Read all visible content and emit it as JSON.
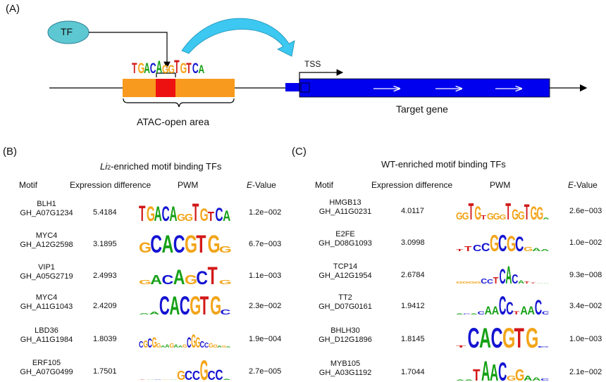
{
  "colors": {
    "A": "#16a016",
    "C": "#1414d2",
    "G": "#f2a51a",
    "T": "#d21818",
    "tf": "#5ec8d2",
    "open": "#f79a1d",
    "site": "#ee1111",
    "gene": "#0000ee",
    "curve": "#3cc8f0"
  },
  "panelA": {
    "label": "(A)",
    "tf": "TF",
    "tss": "TSS",
    "open_area": "ATAC-open area",
    "target_gene": "Target gene",
    "motif": [
      [
        "T",
        1.2
      ],
      [
        "G",
        1.2
      ],
      [
        "A",
        1.2
      ],
      [
        "C",
        1.2
      ],
      [
        "A",
        1.4
      ],
      [
        "G",
        0.9
      ],
      [
        "G",
        0.9
      ],
      [
        "T",
        1.5
      ],
      [
        "G",
        1.2
      ],
      [
        "T",
        1.2
      ],
      [
        "C",
        1.2
      ],
      [
        "A",
        0.9
      ]
    ]
  },
  "panelB": {
    "label": "(B)",
    "title_italic": "Li",
    "title_sub": "2",
    "title_rest": "-enriched motif binding TFs",
    "headers": {
      "motif": "Motif",
      "expr": "Expression difference",
      "pwm": "PWM",
      "evalue_e": "E",
      "evalue_rest": "-Value"
    },
    "rows": [
      {
        "tf": "BLH1",
        "gene": "GH_A07G1234",
        "expr": "5.4184",
        "evalue": "1.2e−002",
        "logo": [
          [
            "T",
            1.5
          ],
          [
            "G",
            1.4
          ],
          [
            "A",
            1.4
          ],
          [
            "C",
            1.4
          ],
          [
            "A",
            1.4
          ],
          [
            "G",
            0.7
          ],
          [
            "G",
            0.7
          ],
          [
            "T",
            1.7
          ],
          [
            "G",
            1.2
          ],
          [
            "T",
            0.9
          ],
          [
            "C",
            1.3
          ],
          [
            "A",
            1.0
          ]
        ]
      },
      {
        "tf": "MYC4",
        "gene": "GH_A12G2598",
        "expr": "3.1895",
        "evalue": "6.7e−003",
        "logo": [
          [
            "G",
            1.0
          ],
          [
            "C",
            1.7
          ],
          [
            "A",
            1.7
          ],
          [
            "C",
            1.7
          ],
          [
            "G",
            1.7
          ],
          [
            "T",
            1.7
          ],
          [
            "G",
            1.7
          ],
          [
            "G",
            0.6
          ]
        ]
      },
      {
        "tf": "VIP1",
        "gene": "GH_A05G2719",
        "expr": "2.4993",
        "evalue": "1.1e−003",
        "logo": [
          [
            "G",
            0.4
          ],
          [
            "A",
            0.9
          ],
          [
            "C",
            0.9
          ],
          [
            "A",
            1.4
          ],
          [
            "G",
            0.9
          ],
          [
            "C",
            1.3
          ],
          [
            "T",
            1.7
          ],
          [
            "G",
            0.4
          ]
        ]
      },
      {
        "tf": "MYC4",
        "gene": "GH_A11G1043",
        "expr": "2.4209",
        "evalue": "2.3e−002",
        "logo": [
          [
            "A",
            0.15
          ],
          [
            "A",
            0.25
          ],
          [
            "C",
            1.8
          ],
          [
            "A",
            1.8
          ],
          [
            "C",
            1.8
          ],
          [
            "G",
            1.8
          ],
          [
            "T",
            1.8
          ],
          [
            "G",
            1.8
          ],
          [
            "C",
            0.5
          ]
        ]
      },
      {
        "tf": "LBD36",
        "gene": "GH_A11G1984",
        "expr": "1.8039",
        "evalue": "1.9e−004",
        "logo": [
          [
            "C",
            0.6
          ],
          [
            "G",
            0.7
          ],
          [
            "C",
            0.9
          ],
          [
            "G",
            1.0
          ],
          [
            "G",
            0.4
          ],
          [
            "A",
            0.2
          ],
          [
            "A",
            0.3
          ],
          [
            "G",
            0.4
          ],
          [
            "A",
            0.3
          ],
          [
            "A",
            0.2
          ],
          [
            "G",
            0.3
          ],
          [
            "C",
            1.0
          ],
          [
            "G",
            1.3
          ],
          [
            "G",
            1.0
          ],
          [
            "C",
            0.6
          ],
          [
            "C",
            0.5
          ],
          [
            "G",
            0.4
          ],
          [
            "G",
            0.3
          ],
          [
            "A",
            0.2
          ],
          [
            "G",
            0.2
          ],
          [
            "A",
            0.15
          ]
        ]
      },
      {
        "tf": "ERF105",
        "gene": "GH_A07G0499",
        "expr": "1.7501",
        "evalue": "2.7e−005",
        "logo": [
          [
            "T",
            0.05
          ],
          [
            "A",
            0.05
          ],
          [
            "C",
            0.05
          ],
          [
            "G",
            0.05
          ],
          [
            "A",
            0.05
          ],
          [
            "G",
            0.9
          ],
          [
            "C",
            0.9
          ],
          [
            "C",
            0.9
          ],
          [
            "G",
            1.9
          ],
          [
            "C",
            0.9
          ],
          [
            "C",
            1.0
          ],
          [
            "A",
            0.1
          ]
        ]
      }
    ]
  },
  "panelC": {
    "label": "(C)",
    "title": "WT-enriched motif binding TFs",
    "headers": {
      "motif": "Motif",
      "expr": "Expression difference",
      "pwm": "PWM",
      "evalue_e": "E",
      "evalue_rest": "-Value"
    },
    "rows": [
      {
        "tf": "HMGB13",
        "gene": "GH_A11G0231",
        "expr": "4.0117",
        "evalue": "2.6e−003",
        "logo": [
          [
            "G",
            0.7
          ],
          [
            "G",
            0.7
          ],
          [
            "T",
            1.6
          ],
          [
            "G",
            1.3
          ],
          [
            "T",
            0.4
          ],
          [
            "G",
            0.6
          ],
          [
            "G",
            0.6
          ],
          [
            "G",
            0.5
          ],
          [
            "T",
            1.6
          ],
          [
            "G",
            1.0
          ],
          [
            "G",
            0.8
          ],
          [
            "T",
            1.5
          ],
          [
            "G",
            1.3
          ],
          [
            "G",
            1.2
          ],
          [
            "A",
            0.2
          ]
        ]
      },
      {
        "tf": "E2FE",
        "gene": "GH_D08G1093",
        "expr": "3.0998",
        "evalue": "1.0e−002",
        "logo": [
          [
            "T",
            0.2
          ],
          [
            "T",
            0.5
          ],
          [
            "C",
            0.6
          ],
          [
            "C",
            0.8
          ],
          [
            "G",
            1.6
          ],
          [
            "C",
            1.6
          ],
          [
            "G",
            1.5
          ],
          [
            "C",
            1.4
          ],
          [
            "G",
            0.4
          ],
          [
            "A",
            0.3
          ],
          [
            "A",
            0.2
          ]
        ]
      },
      {
        "tf": "TCP14",
        "gene": "GH_A12G1954",
        "expr": "2.6784",
        "evalue": "9.3e−008",
        "logo": [
          [
            "G",
            0.2
          ],
          [
            "G",
            0.2
          ],
          [
            "G",
            0.2
          ],
          [
            "G",
            0.2
          ],
          [
            "C",
            0.5
          ],
          [
            "C",
            0.4
          ],
          [
            "T",
            0.6
          ],
          [
            "C",
            1.4
          ],
          [
            "A",
            1.7
          ],
          [
            "C",
            0.9
          ],
          [
            "A",
            0.3
          ],
          [
            "T",
            0.2
          ],
          [
            "T",
            0.1
          ],
          [
            "A",
            0.05
          ],
          [
            "A",
            0.05
          ]
        ]
      },
      {
        "tf": "TT2",
        "gene": "GH_D07G0161",
        "expr": "1.9412",
        "evalue": "3.4e−002",
        "logo": [
          [
            "A",
            0.1
          ],
          [
            "C",
            0.1
          ],
          [
            "A",
            0.1
          ],
          [
            "C",
            0.3
          ],
          [
            "A",
            0.8
          ],
          [
            "A",
            0.8
          ],
          [
            "C",
            1.8
          ],
          [
            "C",
            1.2
          ],
          [
            "T",
            0.3
          ],
          [
            "A",
            0.8
          ],
          [
            "A",
            0.8
          ],
          [
            "C",
            1.4
          ],
          [
            "C",
            0.3
          ]
        ]
      },
      {
        "tf": "BHLH30",
        "gene": "GH_D12G1896",
        "expr": "1.8145",
        "evalue": "1.0e−003",
        "logo": [
          [
            "T",
            0.2
          ],
          [
            "C",
            1.9
          ],
          [
            "A",
            1.9
          ],
          [
            "C",
            1.9
          ],
          [
            "G",
            1.9
          ],
          [
            "T",
            1.9
          ],
          [
            "G",
            1.9
          ],
          [
            "C",
            0.15
          ]
        ]
      },
      {
        "tf": "MYB105",
        "gene": "GH_A03G1192",
        "expr": "1.7044",
        "evalue": "2.1e−002",
        "logo": [
          [
            "A",
            0.1
          ],
          [
            "A",
            0.1
          ],
          [
            "T",
            1.1
          ],
          [
            "A",
            1.9
          ],
          [
            "A",
            1.6
          ],
          [
            "C",
            1.8
          ],
          [
            "G",
            0.5
          ],
          [
            "G",
            1.1
          ],
          [
            "A",
            0.5
          ],
          [
            "A",
            0.3
          ],
          [
            "C",
            0.2
          ]
        ]
      }
    ]
  }
}
